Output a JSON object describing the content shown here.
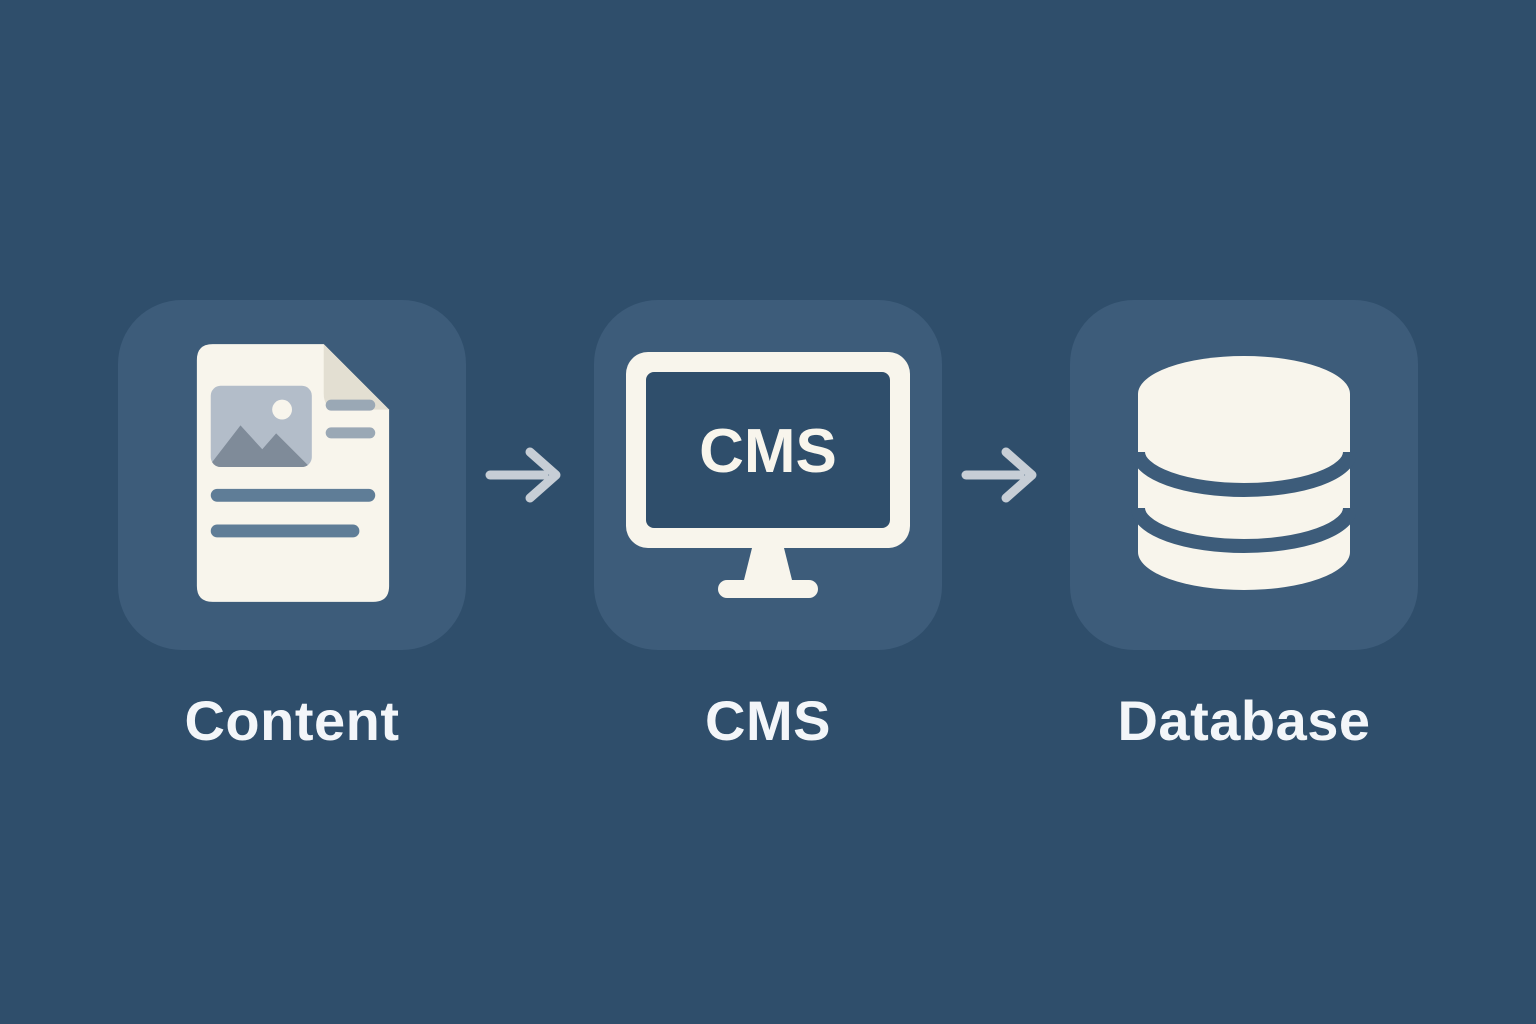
{
  "diagram": {
    "description": "Content flows into a CMS which stores it in a Database",
    "nodes": {
      "content": {
        "label": "Content",
        "icon": "document-icon"
      },
      "cms": {
        "label": "CMS",
        "icon": "monitor-icon",
        "screen_text": "CMS"
      },
      "database": {
        "label": "Database",
        "icon": "database-icon"
      }
    },
    "arrows": {
      "count": 2,
      "direction": "right",
      "icon": "arrow-right-icon"
    },
    "colors": {
      "background": "#2f4e6b",
      "tile": "#3d5c7a",
      "icon_fill": "#f8f5ec",
      "screen": "#2f4e6b",
      "arrow": "#c7ced6",
      "label": "#f3f6f9",
      "img_placeholder": "#b3bdc9",
      "mountain": "#7f8b99",
      "line_short": "#9aa8b5",
      "line_long": "#5f7d97",
      "fold": "#e3dfd2"
    }
  }
}
